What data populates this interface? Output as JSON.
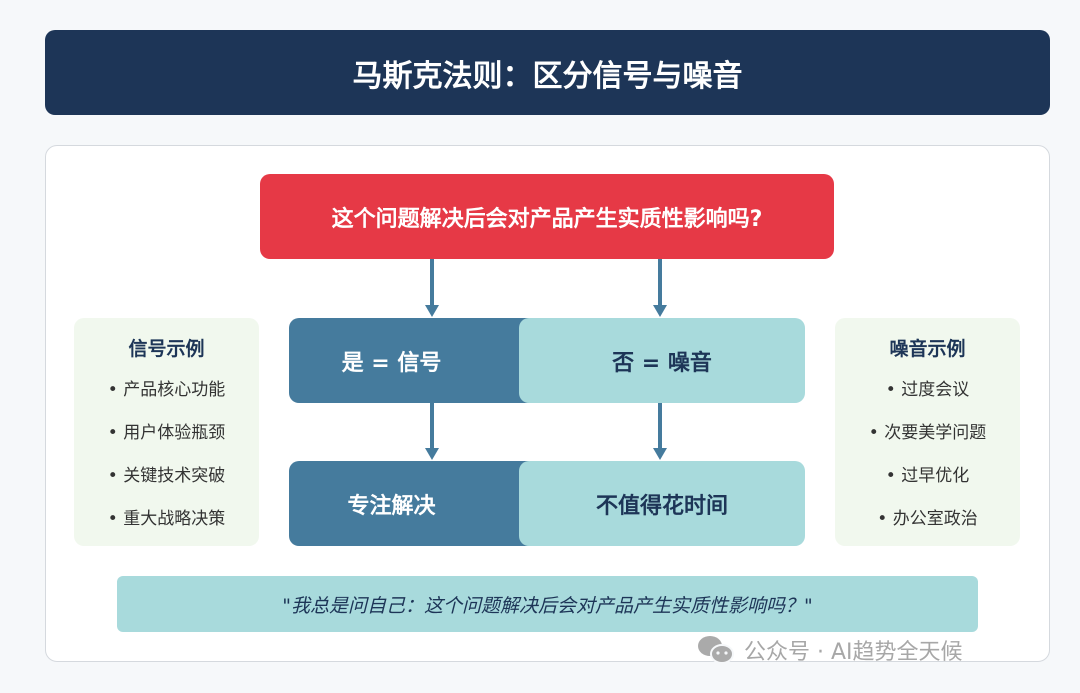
{
  "title": "马斯克法则：区分信号与噪音",
  "question": "这个问题解决后会对产品产生实质性影响吗?",
  "yes_label": "是 = 信号",
  "no_label": "否 = 噪音",
  "yes_action": "专注解决",
  "no_action": "不值得花时间",
  "signal": {
    "title": "信号示例",
    "items": [
      "• 产品核心功能",
      "• 用户体验瓶颈",
      "• 关键技术突破",
      "• 重大战略决策"
    ]
  },
  "noise": {
    "title": "噪音示例",
    "items": [
      "• 过度会议",
      "• 次要美学问题",
      "• 过早优化",
      "• 办公室政治"
    ]
  },
  "quote": "\"我总是问自己：这个问题解决后会对产品产生实质性影响吗？\"",
  "watermark": "公众号 · AI趋势全天候"
}
